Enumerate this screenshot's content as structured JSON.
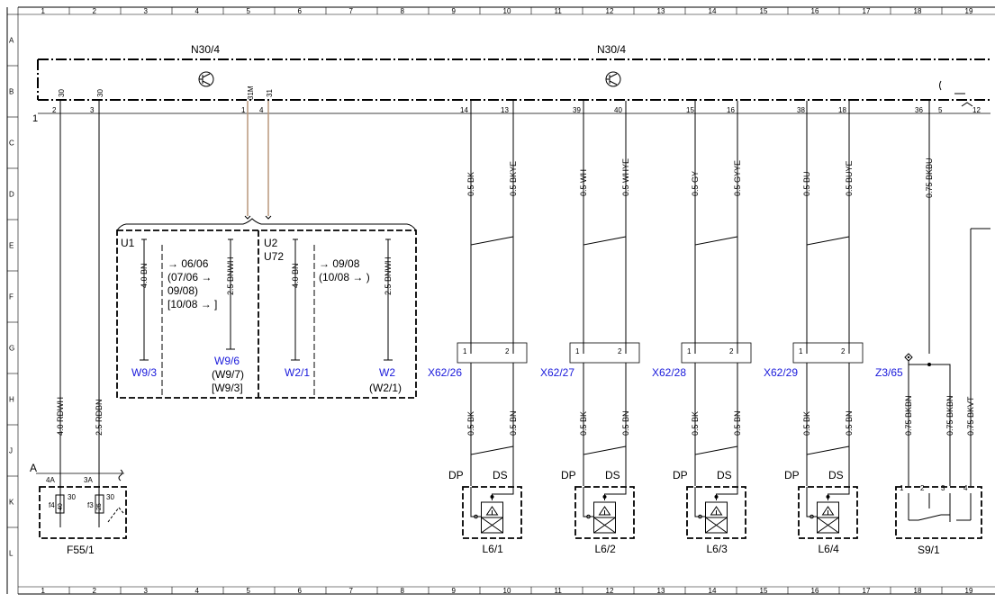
{
  "ruler": {
    "cols": [
      "1",
      "2",
      "3",
      "4",
      "5",
      "6",
      "7",
      "8",
      "9",
      "10",
      "11",
      "12",
      "13",
      "14",
      "15",
      "16",
      "17",
      "18",
      "19"
    ],
    "rows": [
      "A",
      "B",
      "C",
      "D",
      "E",
      "F",
      "G",
      "H",
      "J",
      "K",
      "L"
    ]
  },
  "module": {
    "title_left": "N30/4",
    "title_right": "N30/4",
    "ref_marker": "1",
    "pins_top": [
      "30",
      "30",
      "31M",
      "31"
    ],
    "pins_bottom": [
      "2",
      "3",
      "1",
      "4",
      "14",
      "13",
      "39",
      "40",
      "15",
      "16",
      "38",
      "18",
      "36",
      "5",
      "12"
    ]
  },
  "wires": {
    "left": [
      "4.0 RDWH",
      "2.5 RDBN"
    ],
    "sensors_top": [
      "0.5 BK",
      "0.5 BKYE",
      "0.5 WH",
      "0.5 WHYE",
      "0.5 GY",
      "0.5 GYYE",
      "0.5 BU",
      "0.5 BUYE"
    ],
    "sensors_bottom": [
      "0.5 BK",
      "0.5 BN",
      "0.5 BK",
      "0.5 BN",
      "0.5 BK",
      "0.5 BN",
      "0.5 BK",
      "0.5 BN"
    ],
    "switch_top": "0.75 BKBU",
    "switch_bottom": [
      "0.75 BKBN",
      "0.75 BKBN",
      "0.75 BKVT"
    ]
  },
  "ground_box": {
    "u1": "U1",
    "u2": "U2",
    "u72": "U72",
    "u1_wire_a": "4.0 BN",
    "u1_wire_b": "2.5 BNWH",
    "u2_wire_a": "4.0 BN",
    "u2_wire_b": "2.5 BNWH",
    "u1_notes": [
      "→ 06/06",
      "(07/06 →",
      "09/08)",
      "[10/08 → ]"
    ],
    "u2_notes": [
      "→ 09/08",
      "(10/08 → )"
    ],
    "ground_w93": "W9/3",
    "ground_w96": "W9/6",
    "ground_w97": "(W9/7)",
    "ground_w93b": "[W9/3]",
    "ground_w21": "W2/1",
    "ground_w2": "W2",
    "ground_w2b": "(W2/1)"
  },
  "connectors": [
    "X62/26",
    "X62/27",
    "X62/28",
    "X62/29"
  ],
  "connector_pins": [
    "1",
    "2"
  ],
  "sensors": [
    "L6/1",
    "L6/2",
    "L6/3",
    "L6/4"
  ],
  "sensor_pins": [
    "DP",
    "DS"
  ],
  "fusebox": {
    "label": "F55/1",
    "ref": "A",
    "pin_a": "4A",
    "pin_b": "3A",
    "fuse_a_id": "f4",
    "fuse_a_value": "40",
    "fuse_a_term": "30",
    "fuse_b_id": "f3",
    "fuse_b_value": "25",
    "fuse_b_term": "30"
  },
  "switch": {
    "label": "S9/1",
    "ground": "Z3/65",
    "pins": [
      "1",
      "2",
      "3",
      "4"
    ]
  },
  "colors": {
    "line": "#000000",
    "link": "#1a1adb",
    "shielded": "#b8977a"
  }
}
